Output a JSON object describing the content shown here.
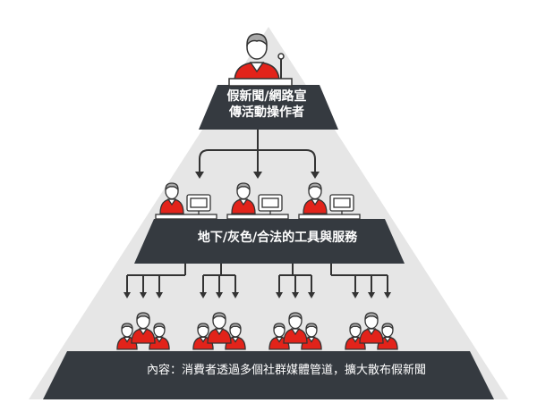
{
  "diagram": {
    "top_label_line1": "假新聞/網路宣",
    "top_label_line2": "傳活動操作者",
    "middle_label": "地下/灰色/合法的工具與服務",
    "bottom_label": "內容：消費者透過多個社群媒體管道，擴大散布假新聞"
  },
  "colors": {
    "band": "#353a40",
    "pyramid_fill": "#e6e6e6",
    "accent_red": "#e2231a",
    "skin": "#ffffff",
    "hair": "#a8a8a8",
    "stroke": "#333333"
  },
  "icons": {
    "top": "speaker-at-podium-icon",
    "middle": "person-at-computer-icon",
    "bottom": "crowd-group-icon"
  }
}
